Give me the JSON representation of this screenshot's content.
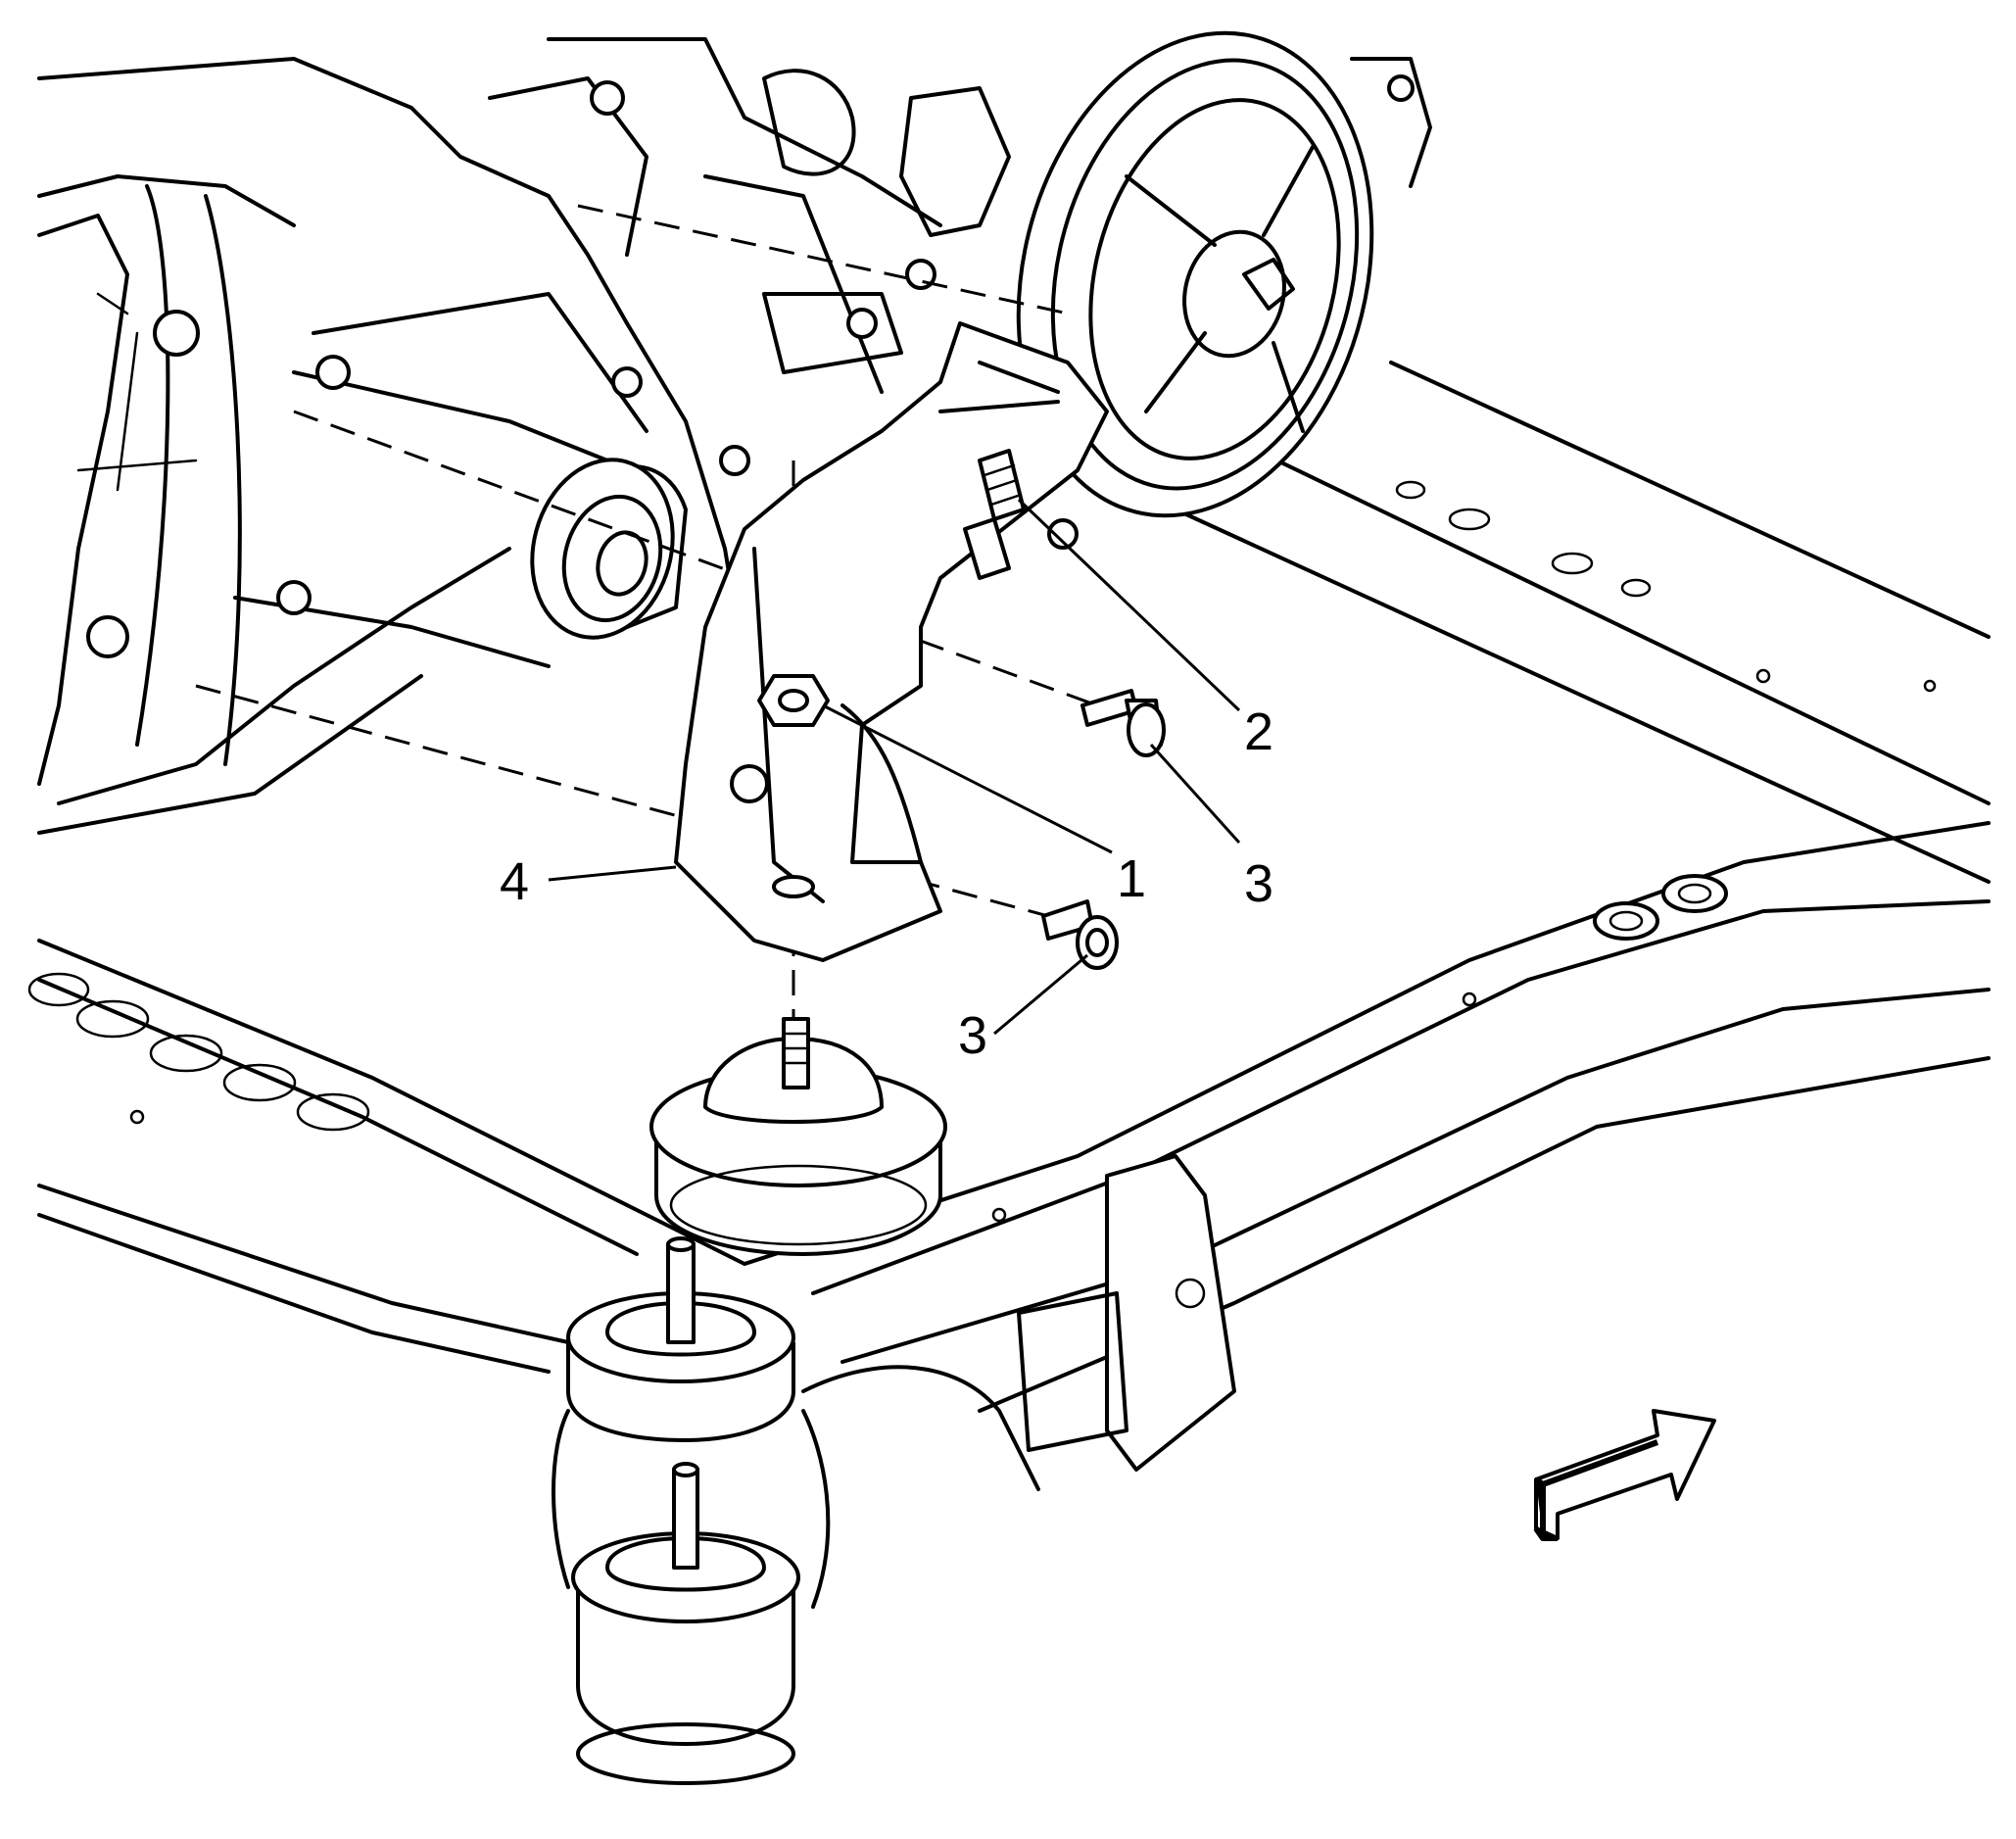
{
  "callouts": [
    {
      "id": "1",
      "text": "1"
    },
    {
      "id": "2",
      "text": "2"
    },
    {
      "id": "3a",
      "text": "3"
    },
    {
      "id": "3b",
      "text": "3"
    },
    {
      "id": "4",
      "text": "4"
    }
  ],
  "icons": {
    "direction_arrow": "forward-direction-arrow-icon"
  },
  "colors": {
    "line": "#000000",
    "background": "#ffffff"
  }
}
